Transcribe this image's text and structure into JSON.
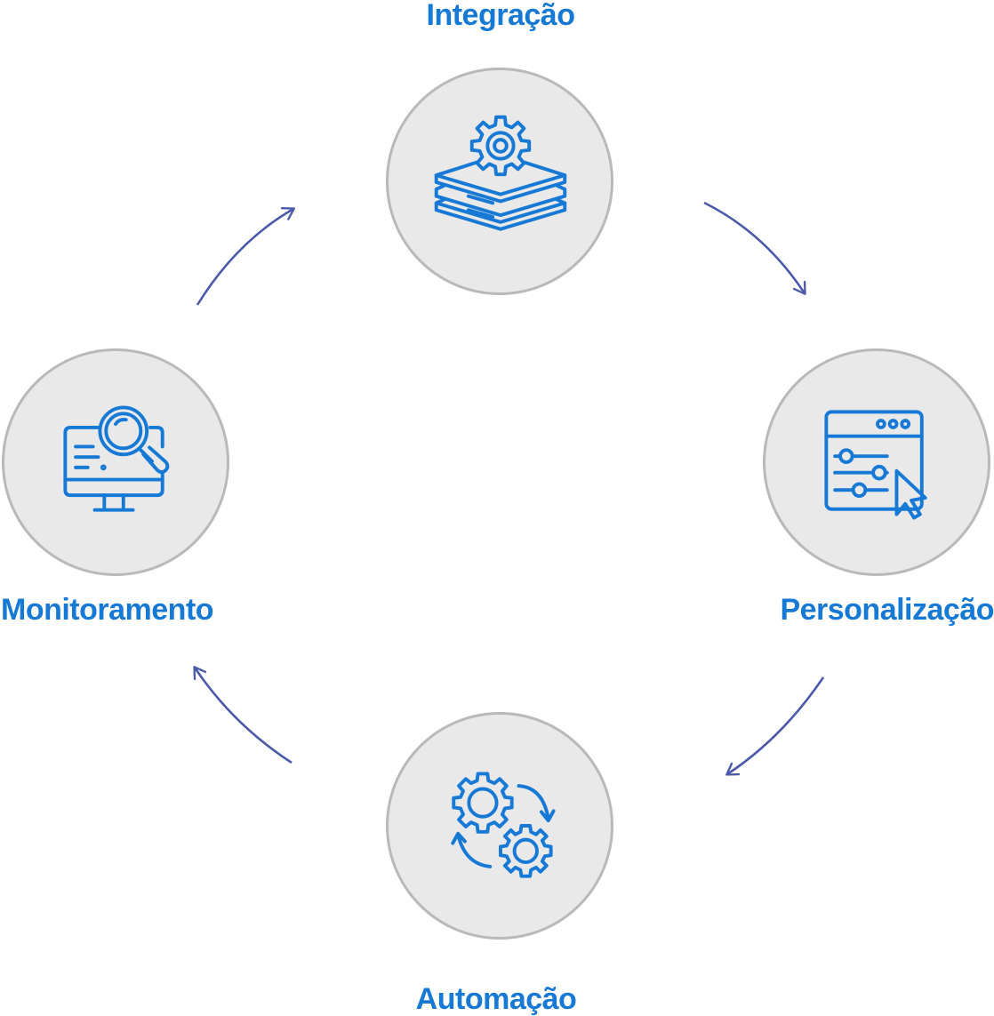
{
  "cycle": {
    "steps": [
      {
        "label": "Integração",
        "icon": "layers-gear-icon"
      },
      {
        "label": "Personalização",
        "icon": "browser-sliders-cursor-icon"
      },
      {
        "label": "Automação",
        "icon": "gears-cycle-icon"
      },
      {
        "label": "Monitoramento",
        "icon": "monitor-search-icon"
      }
    ]
  },
  "colors": {
    "label": "#1679d6",
    "icon": "#1679d6",
    "arrow": "#4a5aa8",
    "circle_fill": "#e9e9e9",
    "circle_border": "#b9b9b9"
  }
}
